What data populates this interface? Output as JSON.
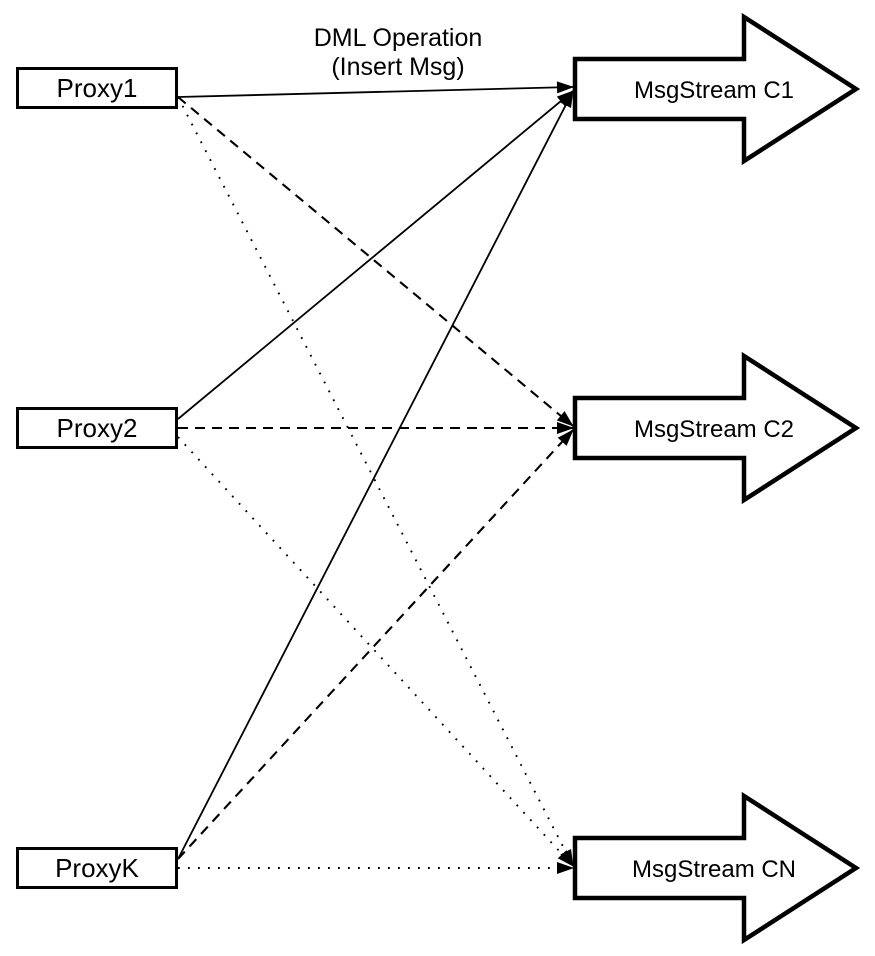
{
  "diagram": {
    "edge_label": {
      "line1": "DML Operation",
      "line2": "(Insert Msg)"
    },
    "proxies": [
      {
        "id": "proxy1",
        "label": "Proxy1"
      },
      {
        "id": "proxy2",
        "label": "Proxy2"
      },
      {
        "id": "proxyK",
        "label": "ProxyK"
      }
    ],
    "streams": [
      {
        "id": "c1",
        "label": "MsgStream C1"
      },
      {
        "id": "c2",
        "label": "MsgStream C2"
      },
      {
        "id": "cn",
        "label": "MsgStream CN"
      }
    ],
    "edges": [
      {
        "from": "proxy1",
        "to": "c1",
        "style": "solid"
      },
      {
        "from": "proxy2",
        "to": "c1",
        "style": "solid"
      },
      {
        "from": "proxyK",
        "to": "c1",
        "style": "solid"
      },
      {
        "from": "proxy1",
        "to": "c2",
        "style": "dashed"
      },
      {
        "from": "proxy2",
        "to": "c2",
        "style": "dashed"
      },
      {
        "from": "proxyK",
        "to": "c2",
        "style": "dashed"
      },
      {
        "from": "proxy1",
        "to": "cn",
        "style": "dotted"
      },
      {
        "from": "proxy2",
        "to": "cn",
        "style": "dotted"
      },
      {
        "from": "proxyK",
        "to": "cn",
        "style": "dotted"
      }
    ],
    "colors": {
      "stroke": "#000000",
      "fill": "#ffffff"
    }
  }
}
